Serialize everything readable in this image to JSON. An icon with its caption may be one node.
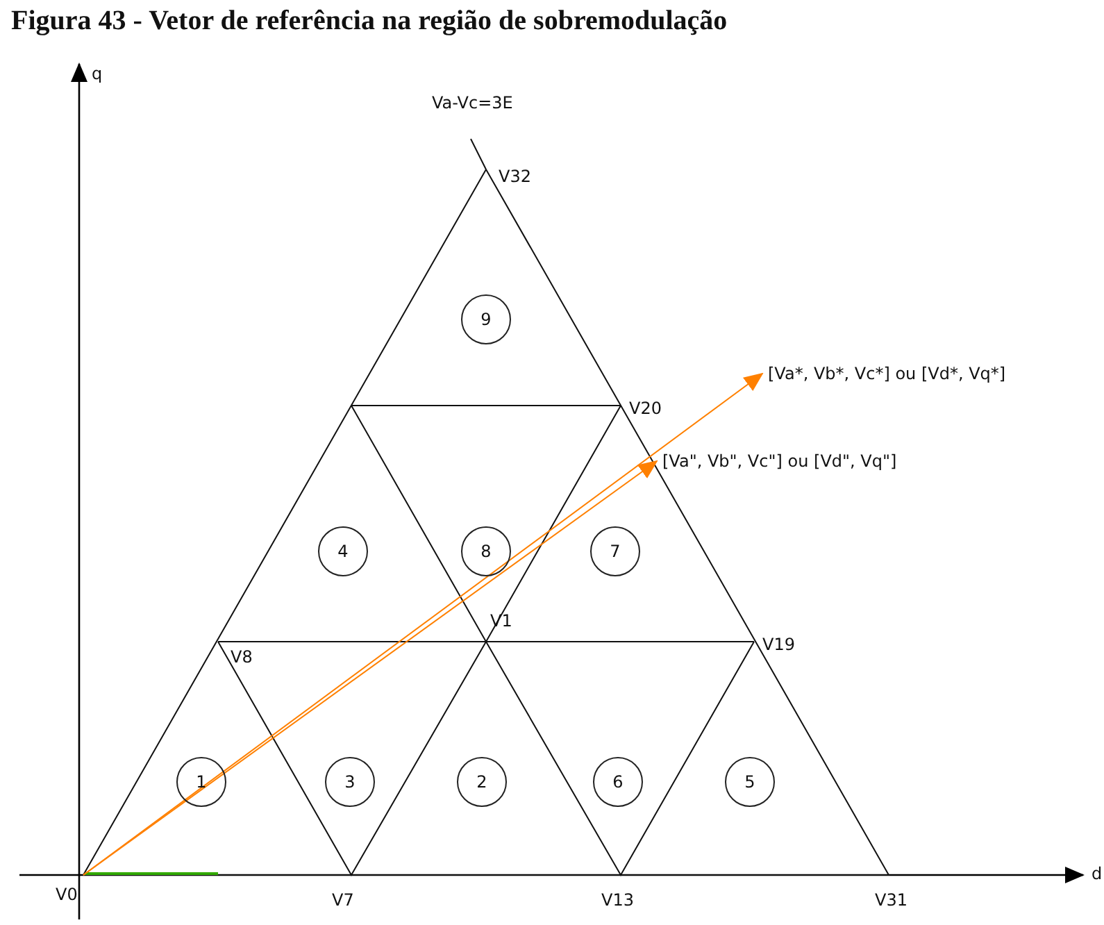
{
  "diagram": {
    "title": "Figura 43 - Vetor de referência na região de sobremodulação",
    "nodes": [
      {
        "text": [
          "9"
        ]
      },
      {
        "text": [
          "4"
        ]
      },
      {
        "text": [
          "8"
        ]
      },
      {
        "text": [
          "7"
        ]
      },
      {
        "text": [
          "1"
        ]
      },
      {
        "text": [
          "3"
        ]
      },
      {
        "text": [
          "2"
        ]
      },
      {
        "text": [
          "6"
        ]
      },
      {
        "text": [
          "5"
        ]
      },
      {
        "text": [
          "[Va*, Vb*, Vc*] ou [Vd*, Vq*]"
        ]
      },
      {
        "text": [
          "[Va\", Vb\", Vc\"] ou [Vd\", Vq\"]"
        ]
      }
    ],
    "edges": [
      {
        "from": null,
        "to": 9,
        "arrow": "to",
        "color": "#ff8000"
      },
      {
        "from": null,
        "to": 10,
        "arrow": "to",
        "color": "#ff8000"
      }
    ],
    "labels": [
      "q",
      "Va-Vc=3E",
      "V32",
      "V20",
      "V1",
      "V8",
      "V19",
      "V0",
      "V7",
      "V13",
      "V31",
      "d"
    ]
  }
}
